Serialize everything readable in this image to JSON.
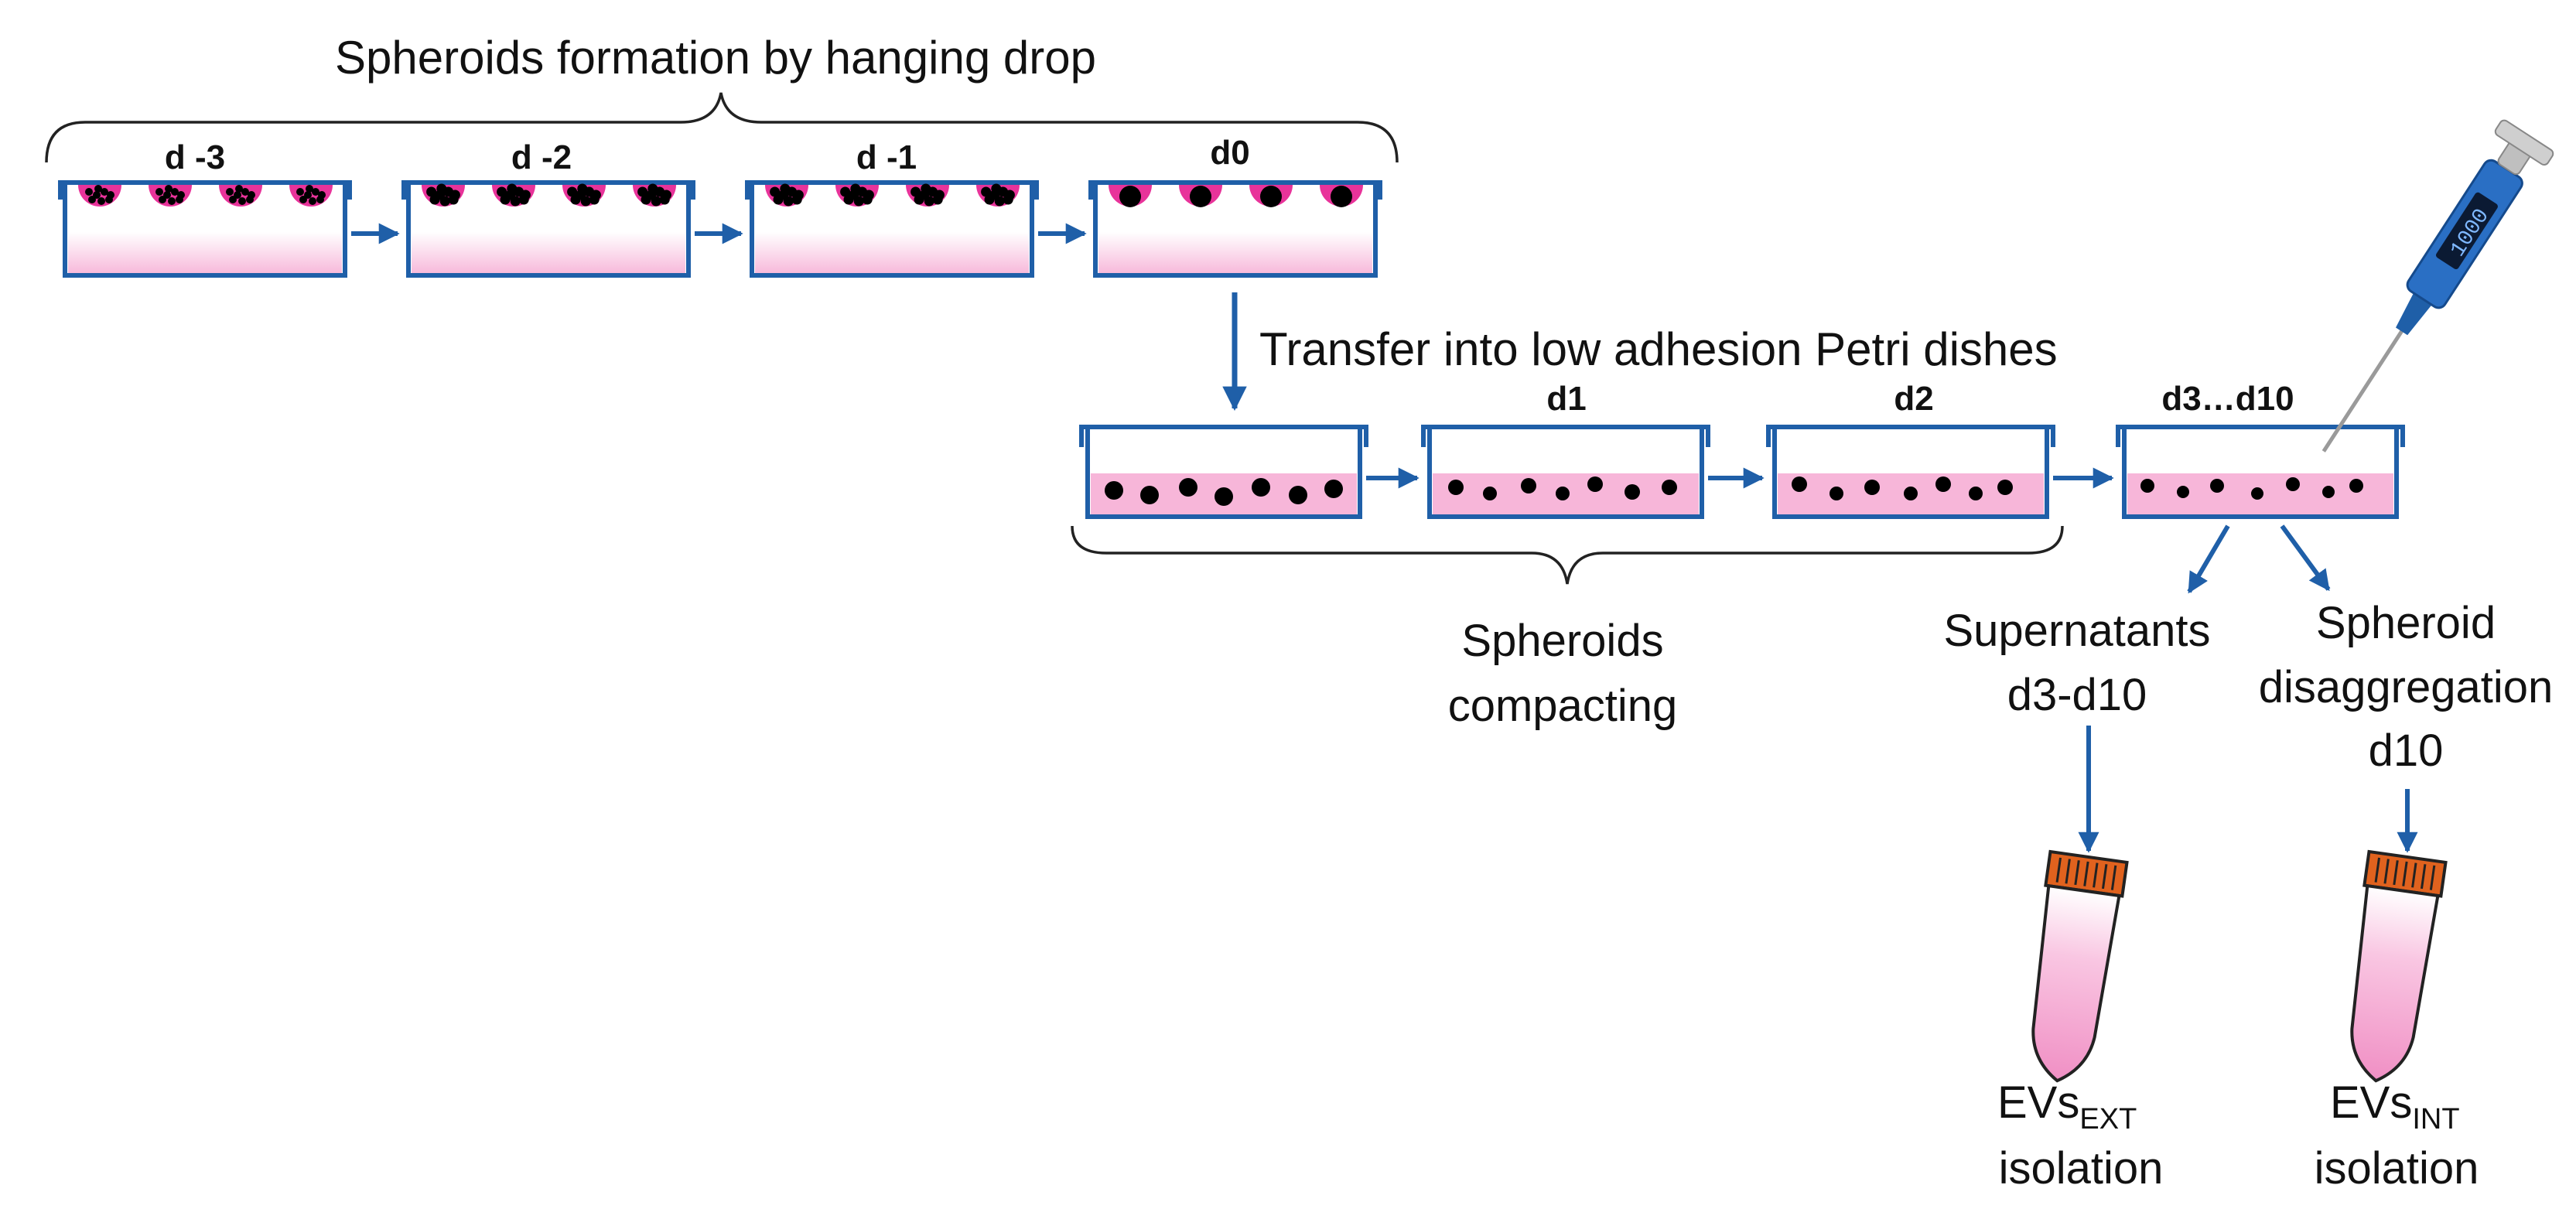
{
  "title": "Spheroids formation by hanging drop",
  "hanging_days": [
    "d -3",
    "d -2",
    "d -1",
    "d0"
  ],
  "transfer_label": "Transfer into low adhesion Petri dishes",
  "petri_days": [
    "",
    "d1",
    "d2",
    "d3…d10"
  ],
  "compacting": {
    "line1": "Spheroids",
    "line2": "compacting"
  },
  "supernatants": {
    "line1": "Supernatants",
    "line2": "d3-d10"
  },
  "disaggregation": {
    "line1": "Spheroid",
    "line2": "disaggregation",
    "line3": "d10"
  },
  "ev_ext": {
    "main": "EVs",
    "sub": "EXT",
    "line2": "isolation"
  },
  "ev_int": {
    "main": "EVs",
    "sub": "INT",
    "line2": "isolation"
  },
  "pipette_text": "1000",
  "colors": {
    "outline": "#1f5fa8",
    "arrow": "#1f5fa8",
    "medium_pink": "#f7b6d9",
    "drop_magenta": "#e8339a",
    "cap_orange": "#e0621e",
    "spheroid": "#000000"
  }
}
